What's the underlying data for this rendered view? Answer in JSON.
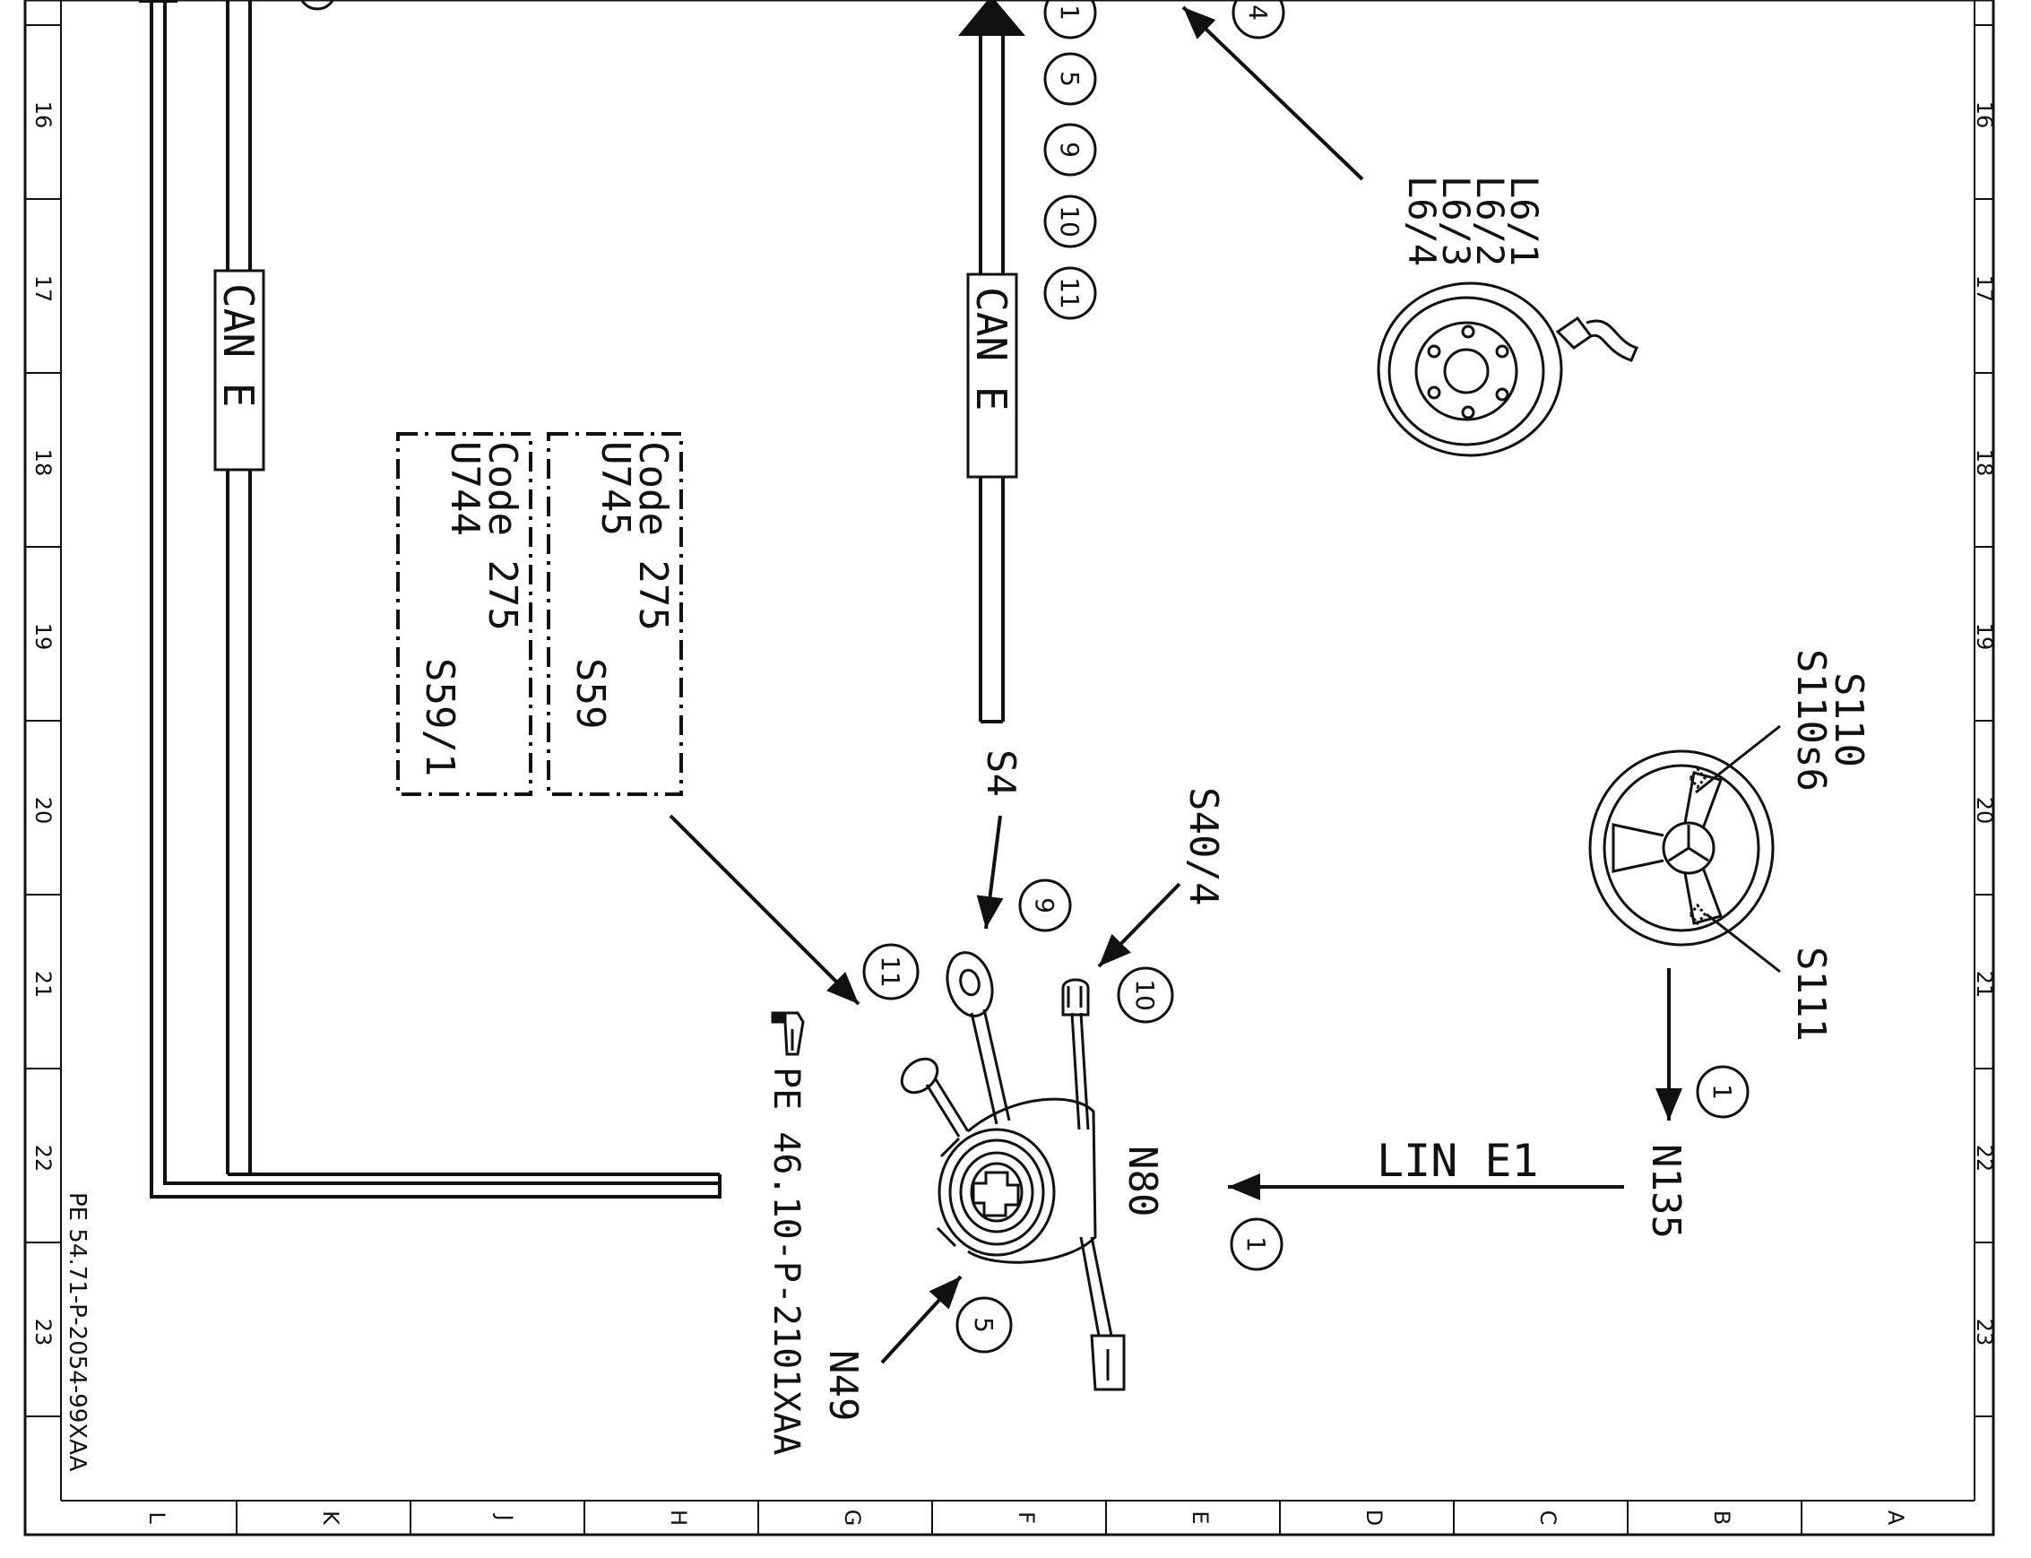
{
  "colors": {
    "ink": "#111111",
    "paper": "#ffffff",
    "label_gray": "#555555"
  },
  "frame": {
    "row_labels": [
      "16",
      "17",
      "18",
      "19",
      "20",
      "21",
      "22",
      "23"
    ],
    "column_labels": [
      "L",
      "K",
      "J",
      "H",
      "G",
      "F",
      "E",
      "D",
      "C",
      "B",
      "A"
    ],
    "doc_ref": "PE 54.71-P-2054-99XAA"
  },
  "bus": {
    "can_left": "CAN E",
    "can_center": "CAN E",
    "lin": "LIN E1"
  },
  "callouts": {
    "top_1": "1",
    "top_5": "5",
    "top_9": "9",
    "top_10": "10",
    "top_11": "11",
    "top_right_4": "4",
    "near_s4_9": "9",
    "near_s40_10": "10",
    "near_n80_11": "11",
    "n49_5": "5",
    "n80_1": "1",
    "n135_1": "1"
  },
  "components": {
    "l6": [
      "L6/1",
      "L6/2",
      "L6/3",
      "L6/4"
    ],
    "s110": "S110",
    "s110s6": "S110s6",
    "s111": "S111",
    "n135": "N135",
    "n80": "N80",
    "n49": "N49",
    "s4": "S4",
    "s40_4": "S40/4",
    "code_box_left": {
      "line1": "Code 275",
      "line2": "U744",
      "part": "S59/1"
    },
    "code_box_right": {
      "line1": "Code 275",
      "line2": "U745",
      "part": "S59"
    },
    "pe_ref": "PE 46.10-P-2101XAA"
  },
  "icons": [
    "hand-pointer-icon",
    "steering-wheel-icon",
    "speed-sensor-ring-icon",
    "combination-switch-icon"
  ]
}
